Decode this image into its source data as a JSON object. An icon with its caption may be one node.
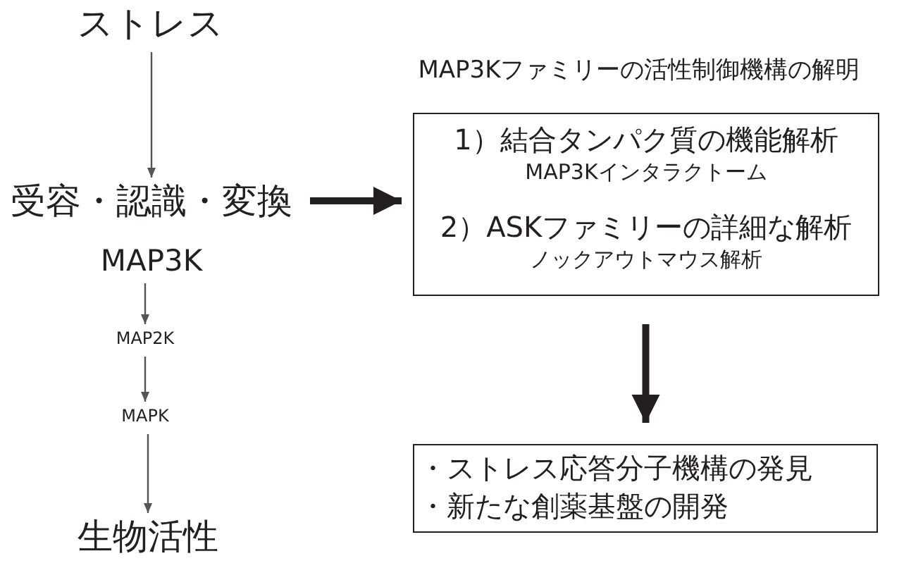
{
  "diagram": {
    "nodes": [
      {
        "text": [
          "ストレス"
        ]
      },
      {
        "text": [
          "受容・認識・変換",
          "MAP3K"
        ]
      },
      {
        "text": [
          "MAP2K"
        ]
      },
      {
        "text": [
          "MAPK"
        ]
      },
      {
        "text": [
          "生物活性"
        ]
      },
      {
        "text": [
          "MAP3Kファミリーの活性制御機構の解明",
          "1）結合タンパク質の機能解析",
          "MAP3Kインタラクトーム",
          "2）ASKファミリーの詳細な解析",
          "ノックアウトマウス解析"
        ]
      },
      {
        "text": [
          "・ストレス応答分子機構の発見",
          "・新たな創薬基盤の開発"
        ]
      }
    ],
    "edges": [
      {
        "from": 0,
        "to": 1,
        "arrow": "to"
      },
      {
        "from": 1,
        "to": 2,
        "arrow": "to"
      },
      {
        "from": 2,
        "to": 3,
        "arrow": "to"
      },
      {
        "from": 3,
        "to": 4,
        "arrow": "to"
      },
      {
        "from": 1,
        "to": 5,
        "arrow": "to",
        "style": "thick"
      },
      {
        "from": 5,
        "to": 6,
        "arrow": "to",
        "style": "thick"
      }
    ]
  }
}
